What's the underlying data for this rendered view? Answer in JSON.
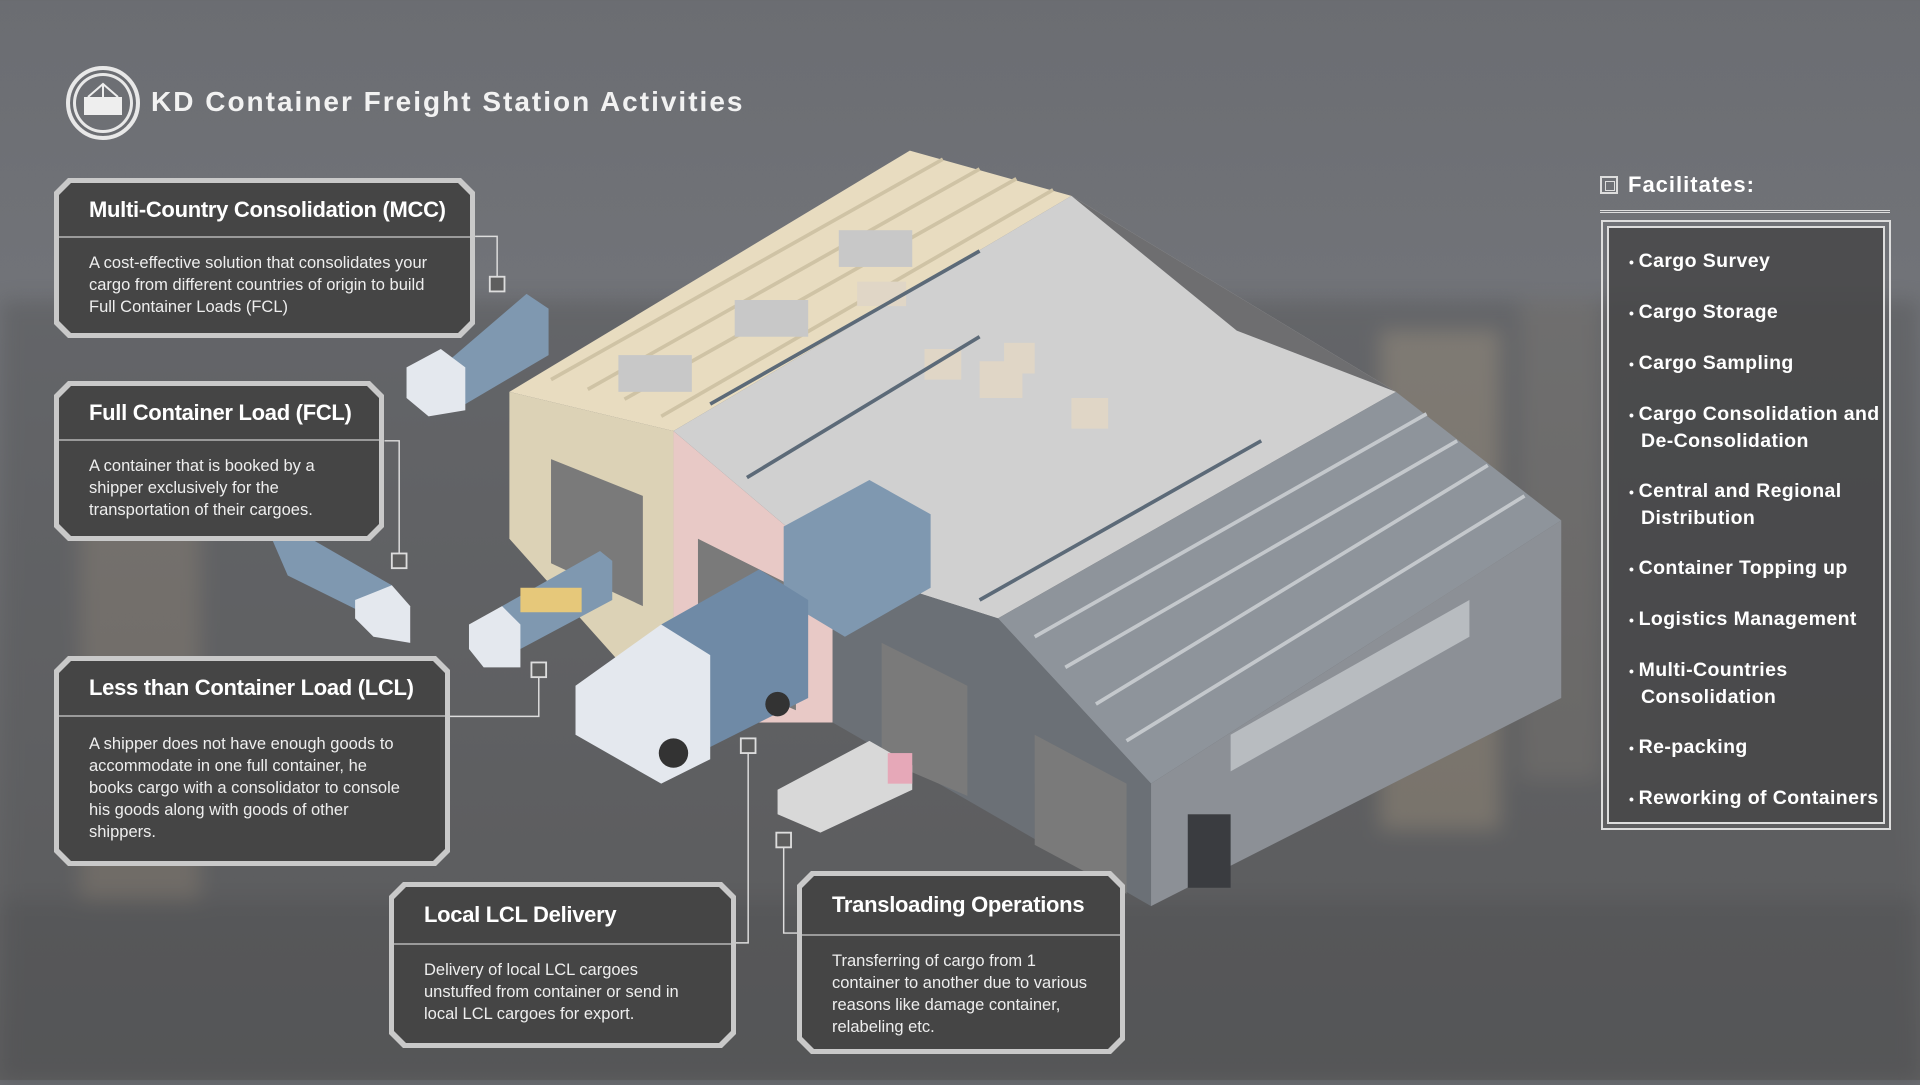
{
  "header": {
    "title": "KD Container Freight Station Activities",
    "logo_icon": "container-crane-icon"
  },
  "cards": [
    {
      "title": "Multi-Country Consolidation (MCC)",
      "text": "A cost-effective solution that consolidates your cargo from different countries of origin to build Full Container Loads (FCL)"
    },
    {
      "title": "Full Container Load (FCL)",
      "text": "A container that is booked by a shipper exclusively for the transportation of their cargoes."
    },
    {
      "title": "Less than Container Load (LCL)",
      "text": "A shipper does not have enough goods to accommodate in one full container, he books cargo with a consolidator to console his goods along with goods of other shippers."
    },
    {
      "title": "Local LCL Delivery",
      "text": "Delivery of local LCL cargoes unstuffed from container or send in local LCL cargoes for export."
    },
    {
      "title": "Transloading Operations",
      "text": "Transferring of cargo from 1 container to another due to various reasons like damage container, relabeling etc."
    }
  ],
  "facilitates": {
    "title": "Facilitates:",
    "items": [
      "Cargo Survey",
      "Cargo Storage",
      "Cargo Sampling",
      "Cargo Consolidation and De-Consolidation",
      "Central and Regional Distribution",
      "Container Topping up",
      "Logistics Management",
      "Multi-Countries Consolidation",
      "Re-packing",
      "Reworking of Containers"
    ]
  },
  "colors": {
    "card_bg": "#454545",
    "card_border": "#c9c9c9",
    "truck_blue": "#7f98b0",
    "roof_cream": "#e8dcc0",
    "roof_metal": "#8e949b"
  }
}
